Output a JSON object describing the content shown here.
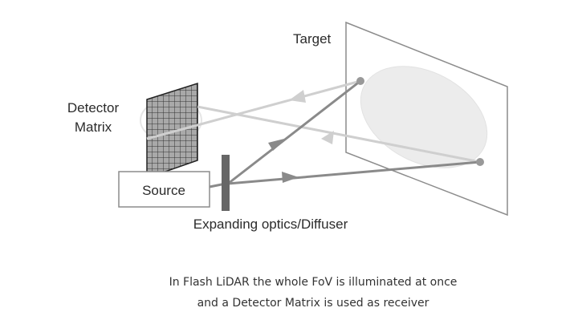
{
  "diagram": {
    "labels": {
      "target": "Target",
      "detector_line1": "Detector",
      "detector_line2": "Matrix",
      "source": "Source",
      "optics": "Expanding optics/Diffuser"
    },
    "caption": {
      "line1": "In Flash LiDAR the whole FoV is illuminated at once",
      "line2": "and a Detector Matrix is used as receiver"
    },
    "colors": {
      "outgoing_ray": "#8a8a8a",
      "return_ray": "#cfcfcf",
      "spot": "#eeeeee",
      "diffuser": "#666666",
      "frame": "#8c8c8c"
    }
  }
}
